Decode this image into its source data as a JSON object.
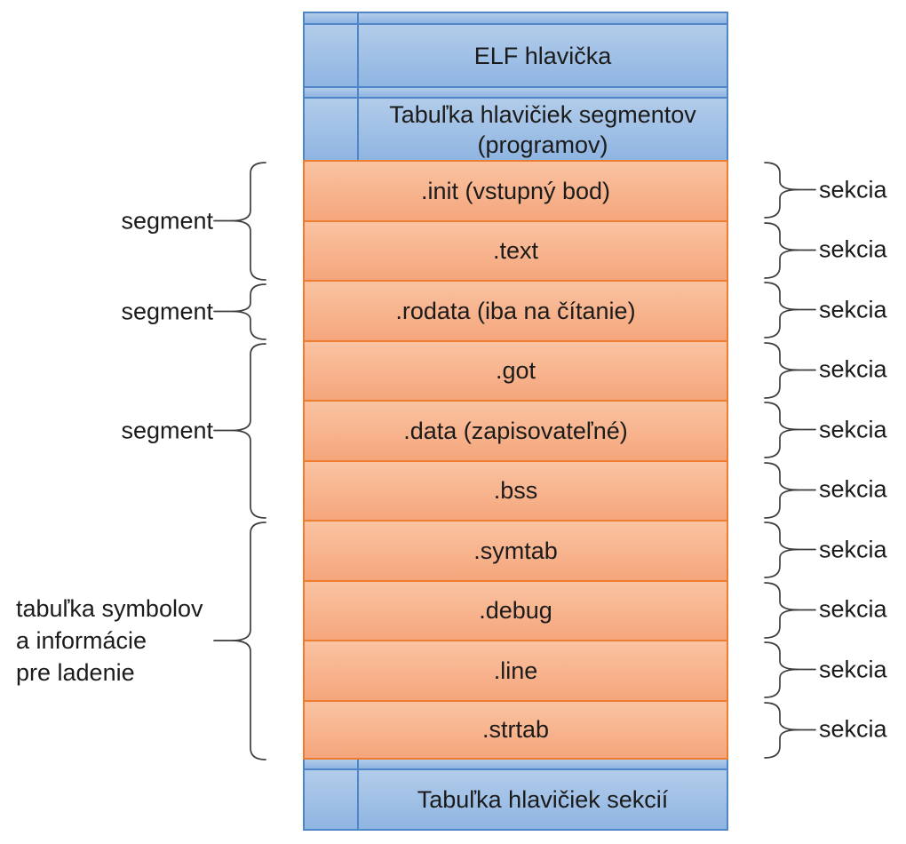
{
  "diagram": {
    "type": "elf-file-layout",
    "header_rows": {
      "elf_header": "ELF hlavička",
      "program_header_table": "Tabuľka hlavičiek segmentov (programov)",
      "section_header_table": "Tabuľka hlavičiek sekcií"
    },
    "sections": [
      ".init (vstupný bod)",
      ".text",
      ".rodata (iba na čítanie)",
      ".got",
      ".data (zapisovateľné)",
      ".bss",
      ".symtab",
      ".debug",
      ".line",
      ".strtab"
    ],
    "segment_labels": [
      "segment",
      "segment",
      "segment"
    ],
    "symbol_table_label_lines": [
      "tabuľka symbolov",
      "a informácie",
      "pre ladenie"
    ],
    "section_brace_label": "sekcia",
    "colors": {
      "blue_fill_top": "#B2CCEA",
      "blue_fill_bottom": "#8FB5E2",
      "blue_border": "#4E86C8",
      "orange_fill_top": "#FAC3A1",
      "orange_fill_bottom": "#F5A67C",
      "orange_border": "#ED7D31",
      "brace_stroke": "#3D3D3D",
      "text": "#1B1B1B",
      "background": "#FFFFFF"
    }
  }
}
